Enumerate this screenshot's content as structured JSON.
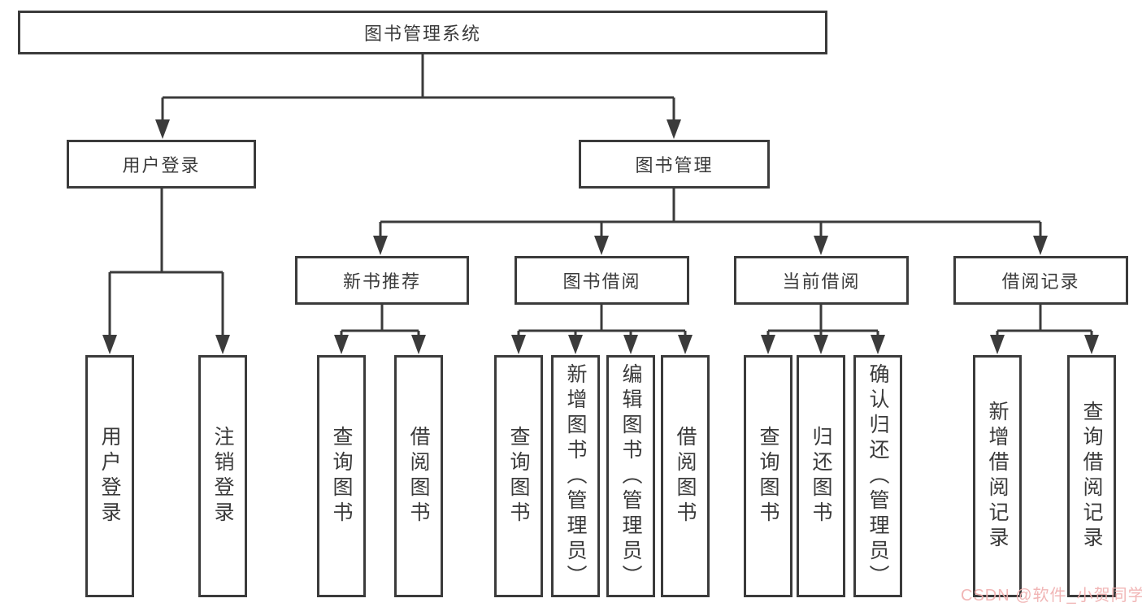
{
  "tree": {
    "root": {
      "label": "图书管理系统"
    },
    "children": [
      {
        "label": "用户登录",
        "children": [
          {
            "label": "用户登录"
          },
          {
            "label": "注销登录"
          }
        ]
      },
      {
        "label": "图书管理",
        "children": [
          {
            "label": "新书推荐",
            "children": [
              {
                "label": "查询图书"
              },
              {
                "label": "借阅图书"
              }
            ]
          },
          {
            "label": "图书借阅",
            "children": [
              {
                "label": "查询图书"
              },
              {
                "label": "新增图书（管理员）"
              },
              {
                "label": "编辑图书（管理员）"
              },
              {
                "label": "借阅图书"
              }
            ]
          },
          {
            "label": "当前借阅",
            "children": [
              {
                "label": "查询图书"
              },
              {
                "label": "归还图书"
              },
              {
                "label": "确认归还（管理员）"
              }
            ]
          },
          {
            "label": "借阅记录",
            "children": [
              {
                "label": "新增借阅记录"
              },
              {
                "label": "查询借阅记录"
              }
            ]
          }
        ]
      }
    ]
  },
  "watermark": {
    "text": "CSDN @软件_小贺同学",
    "color": "#f0b0b0"
  },
  "colors": {
    "line": "#3b3b3b",
    "text": "#3a3a3a",
    "background": "#ffffff"
  }
}
